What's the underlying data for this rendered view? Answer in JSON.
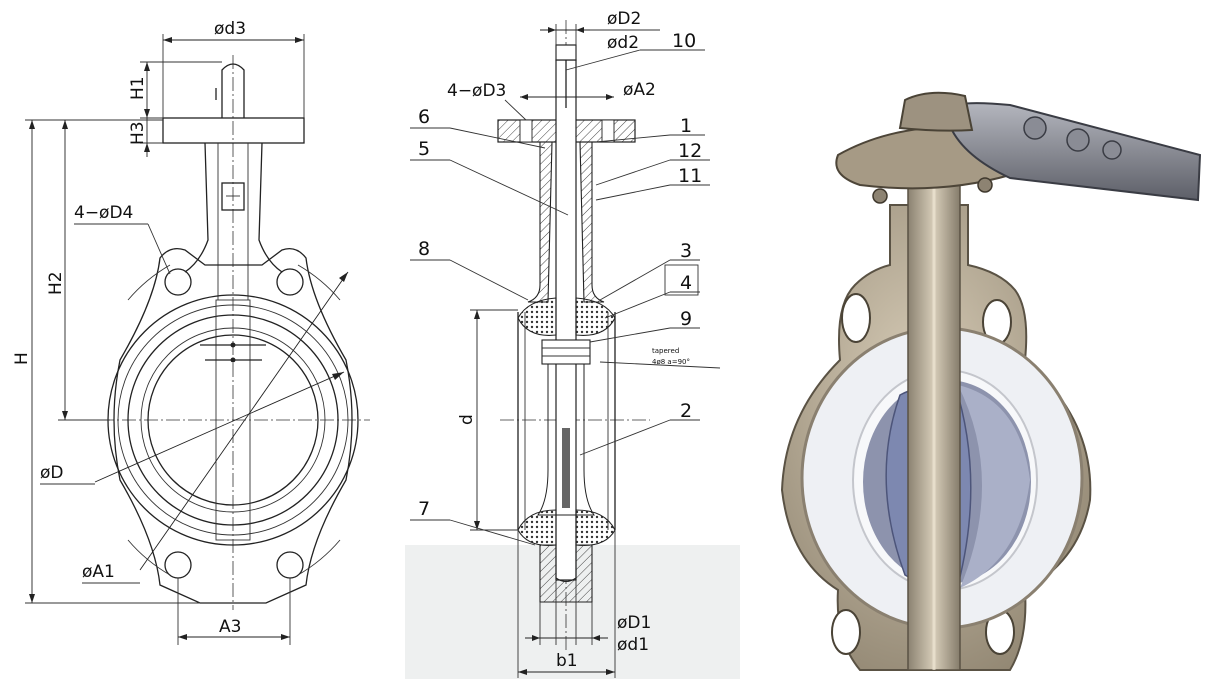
{
  "front_view": {
    "labels": {
      "d3": "ød3",
      "H1": "H1",
      "H3": "H3",
      "H2": "H2",
      "H": "H",
      "D4": "4−øD4",
      "D": "øD",
      "A1": "øA1",
      "A3": "A3"
    }
  },
  "section_view": {
    "labels": {
      "D2": "øD2",
      "d2": "ød2",
      "D3": "4−øD3",
      "A2": "øA2",
      "d": "d",
      "D1": "øD1",
      "d1": "ød1",
      "b1": "b1"
    },
    "note_line1": "tapered",
    "note_line2": "4ø8 a=90°",
    "parts": [
      "1",
      "2",
      "3",
      "4",
      "5",
      "6",
      "7",
      "8",
      "9",
      "10",
      "11",
      "12"
    ]
  },
  "photo": {
    "body_color": "#b9ad98",
    "seat_color": "#eef0f4",
    "disc_color": "#7d88b0"
  }
}
